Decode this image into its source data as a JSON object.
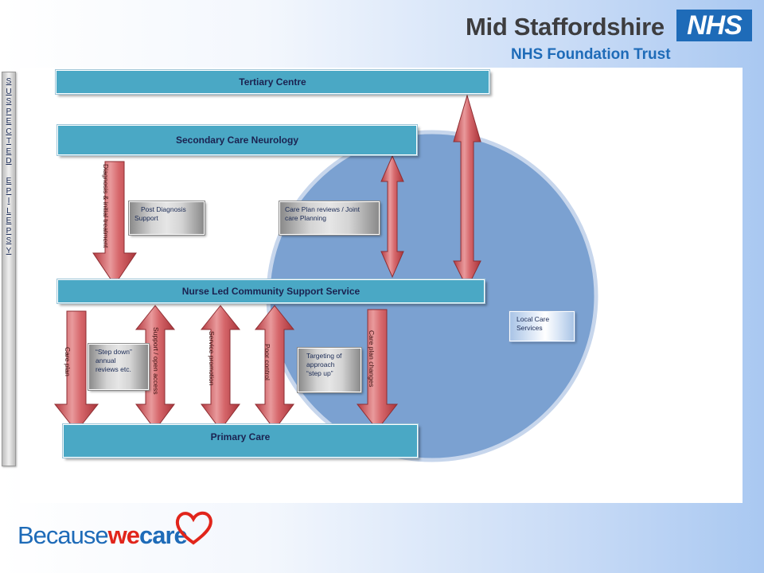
{
  "header": {
    "org_name": "Mid Staffordshire",
    "org_subtitle": "NHS Foundation Trust",
    "badge": "NHS"
  },
  "sidebar": {
    "letters": [
      "S",
      "U",
      "S",
      "P",
      "E",
      "C",
      "T",
      "E",
      "D",
      "",
      "E",
      "P",
      "I",
      "L",
      "E",
      "P",
      "S",
      "Y"
    ]
  },
  "diagram": {
    "levels": {
      "tertiary": "Tertiary Centre",
      "secondary": "Secondary Care Neurology",
      "nurse_led": "Nurse Led Community Support Service",
      "primary": "Primary Care"
    },
    "arrows": {
      "diagnosis": "Diagnosis & initial treatment",
      "care_plan": "Care plan",
      "support_open_access": "Support / open access",
      "service_promotion": "Service promotion",
      "poor_control": "Poor control",
      "care_plan_changes": "Care plan changes"
    },
    "notes": {
      "post_diagnosis": [
        "Post Diagnosis",
        "Support"
      ],
      "care_plan_reviews": [
        "Care Plan reviews / Joint",
        "care Planning"
      ],
      "step_down": [
        "“Step down”",
        "annual",
        "reviews etc."
      ],
      "targeting": [
        "Targeting of",
        "approach",
        "“step up”"
      ],
      "local_care": [
        "Local Care",
        "Services"
      ]
    },
    "colors": {
      "circle": "#7ba1d1",
      "level_box": "#4aa8c5",
      "arrow": "#d2575c",
      "level_text": "#1b2250"
    }
  },
  "footer": {
    "logo_part1": "Because",
    "logo_part2": "we",
    "logo_part3": "care"
  }
}
